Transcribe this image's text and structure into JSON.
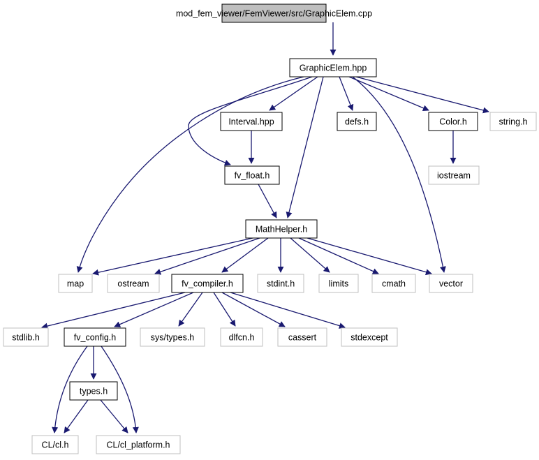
{
  "graph": {
    "root": "mod_fem_viewer/FemViewer/src/GraphicElem.cpp",
    "colors": {
      "edge": "#191970",
      "root_fill": "#bfbfbf",
      "documented_border": "#000000",
      "external_border": "#bfbfbf",
      "text": "#000000"
    },
    "nodes": [
      {
        "id": "graphicelem_cpp",
        "label": "mod_fem_viewer/FemViewer/src/GraphicElem.cpp",
        "kind": "root"
      },
      {
        "id": "graphicelem_hpp",
        "label": "GraphicElem.hpp",
        "kind": "documented"
      },
      {
        "id": "interval_hpp",
        "label": "Interval.hpp",
        "kind": "documented"
      },
      {
        "id": "defs_h",
        "label": "defs.h",
        "kind": "documented"
      },
      {
        "id": "color_h",
        "label": "Color.h",
        "kind": "documented"
      },
      {
        "id": "string_h",
        "label": "string.h",
        "kind": "external"
      },
      {
        "id": "fv_float_h",
        "label": "fv_float.h",
        "kind": "documented"
      },
      {
        "id": "iostream",
        "label": "iostream",
        "kind": "external"
      },
      {
        "id": "mathhelper_h",
        "label": "MathHelper.h",
        "kind": "documented"
      },
      {
        "id": "map",
        "label": "map",
        "kind": "external"
      },
      {
        "id": "ostream",
        "label": "ostream",
        "kind": "external"
      },
      {
        "id": "fv_compiler_h",
        "label": "fv_compiler.h",
        "kind": "documented"
      },
      {
        "id": "stdint_h",
        "label": "stdint.h",
        "kind": "external"
      },
      {
        "id": "limits",
        "label": "limits",
        "kind": "external"
      },
      {
        "id": "cmath",
        "label": "cmath",
        "kind": "external"
      },
      {
        "id": "vector",
        "label": "vector",
        "kind": "external"
      },
      {
        "id": "stdlib_h",
        "label": "stdlib.h",
        "kind": "external"
      },
      {
        "id": "fv_config_h",
        "label": "fv_config.h",
        "kind": "documented"
      },
      {
        "id": "sys_types_h",
        "label": "sys/types.h",
        "kind": "external"
      },
      {
        "id": "dlfcn_h",
        "label": "dlfcn.h",
        "kind": "external"
      },
      {
        "id": "cassert",
        "label": "cassert",
        "kind": "external"
      },
      {
        "id": "stdexcept",
        "label": "stdexcept",
        "kind": "external"
      },
      {
        "id": "types_h",
        "label": "types.h",
        "kind": "documented"
      },
      {
        "id": "cl_h",
        "label": "CL/cl.h",
        "kind": "external"
      },
      {
        "id": "cl_platform_h",
        "label": "CL/cl_platform.h",
        "kind": "external"
      }
    ],
    "edges": [
      {
        "from": "graphicelem_cpp",
        "to": "graphicelem_hpp"
      },
      {
        "from": "graphicelem_hpp",
        "to": "interval_hpp"
      },
      {
        "from": "graphicelem_hpp",
        "to": "defs_h"
      },
      {
        "from": "graphicelem_hpp",
        "to": "color_h"
      },
      {
        "from": "graphicelem_hpp",
        "to": "string_h"
      },
      {
        "from": "graphicelem_hpp",
        "to": "fv_float_h"
      },
      {
        "from": "graphicelem_hpp",
        "to": "mathhelper_h"
      },
      {
        "from": "graphicelem_hpp",
        "to": "map"
      },
      {
        "from": "graphicelem_hpp",
        "to": "vector"
      },
      {
        "from": "interval_hpp",
        "to": "fv_float_h"
      },
      {
        "from": "color_h",
        "to": "iostream"
      },
      {
        "from": "fv_float_h",
        "to": "mathhelper_h"
      },
      {
        "from": "mathhelper_h",
        "to": "map"
      },
      {
        "from": "mathhelper_h",
        "to": "ostream"
      },
      {
        "from": "mathhelper_h",
        "to": "fv_compiler_h"
      },
      {
        "from": "mathhelper_h",
        "to": "stdint_h"
      },
      {
        "from": "mathhelper_h",
        "to": "limits"
      },
      {
        "from": "mathhelper_h",
        "to": "cmath"
      },
      {
        "from": "mathhelper_h",
        "to": "vector"
      },
      {
        "from": "fv_compiler_h",
        "to": "stdlib_h"
      },
      {
        "from": "fv_compiler_h",
        "to": "fv_config_h"
      },
      {
        "from": "fv_compiler_h",
        "to": "sys_types_h"
      },
      {
        "from": "fv_compiler_h",
        "to": "dlfcn_h"
      },
      {
        "from": "fv_compiler_h",
        "to": "cassert"
      },
      {
        "from": "fv_compiler_h",
        "to": "stdexcept"
      },
      {
        "from": "fv_config_h",
        "to": "types_h"
      },
      {
        "from": "fv_config_h",
        "to": "cl_h"
      },
      {
        "from": "fv_config_h",
        "to": "cl_platform_h"
      },
      {
        "from": "types_h",
        "to": "cl_h"
      },
      {
        "from": "types_h",
        "to": "cl_platform_h"
      }
    ]
  }
}
